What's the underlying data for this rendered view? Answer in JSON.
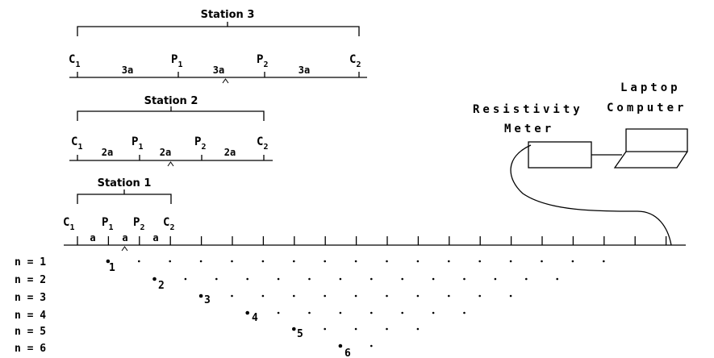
{
  "stations": [
    {
      "title": "Station 3",
      "electrodes": [
        {
          "letter": "C",
          "sub": "1"
        },
        {
          "letter": "P",
          "sub": "1"
        },
        {
          "letter": "P",
          "sub": "2"
        },
        {
          "letter": "C",
          "sub": "2"
        }
      ],
      "spacings": [
        "3a",
        "3a",
        "3a"
      ]
    },
    {
      "title": "Station 2",
      "electrodes": [
        {
          "letter": "C",
          "sub": "1"
        },
        {
          "letter": "P",
          "sub": "1"
        },
        {
          "letter": "P",
          "sub": "2"
        },
        {
          "letter": "C",
          "sub": "2"
        }
      ],
      "spacings": [
        "2a",
        "2a",
        "2a"
      ]
    },
    {
      "title": "Station 1",
      "electrodes": [
        {
          "letter": "C",
          "sub": "1"
        },
        {
          "letter": "P",
          "sub": "1"
        },
        {
          "letter": "P",
          "sub": "2"
        },
        {
          "letter": "C",
          "sub": "2"
        }
      ],
      "spacings": [
        "a",
        "a",
        "a"
      ]
    }
  ],
  "equipment": {
    "meter_line1": "Resistivity",
    "meter_line2": "Meter",
    "computer_line1": "Laptop",
    "computer_line2": "Computer"
  },
  "levels": {
    "row_labels": [
      "n = 1",
      "n = 2",
      "n = 3",
      "n = 4",
      "n = 5",
      "n = 6"
    ],
    "point_labels": [
      "1",
      "2",
      "3",
      "4",
      "5",
      "6"
    ],
    "points_per_row": [
      17,
      14,
      11,
      8,
      5,
      2
    ]
  }
}
